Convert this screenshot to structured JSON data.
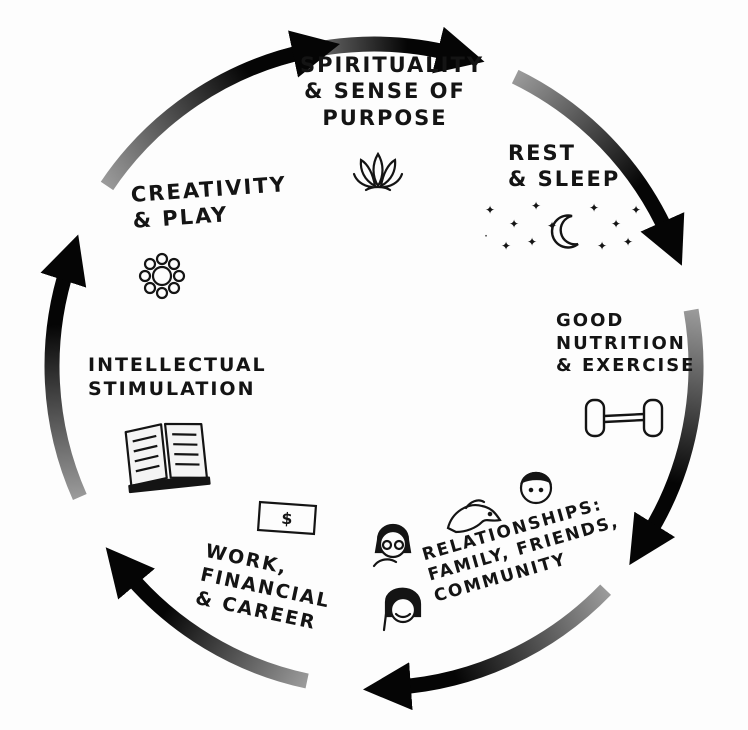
{
  "diagram": {
    "type": "cycle",
    "stages": [
      {
        "id": "spirituality",
        "lines": [
          "Spirituality",
          "& Sense of",
          "Purpose"
        ],
        "icon": "lotus-icon"
      },
      {
        "id": "rest",
        "lines": [
          "Rest",
          "& Sleep"
        ],
        "icon": "moon-stars-icon"
      },
      {
        "id": "nutrition",
        "lines": [
          "Good",
          "Nutrition",
          "& Exercise"
        ],
        "icon": "dumbbell-icon"
      },
      {
        "id": "relationships",
        "lines": [
          "Relationships:",
          "Family, Friends,",
          "Community"
        ],
        "icon": "people-dog-icon"
      },
      {
        "id": "work",
        "lines": [
          "Work,",
          "Financial",
          "& Career"
        ],
        "icon": "dollar-bill-icon"
      },
      {
        "id": "intellectual",
        "lines": [
          "Intellectual",
          "Stimulation"
        ],
        "icon": "open-book-icon"
      },
      {
        "id": "creativity",
        "lines": [
          "Creativity",
          "& Play"
        ],
        "icon": "flower-icon"
      }
    ],
    "bill_symbol": "$",
    "colors": {
      "ink": "#141414",
      "arc_start": "#9a9a9a",
      "arc_end": "#050505",
      "background": "#fdfdfd"
    }
  }
}
